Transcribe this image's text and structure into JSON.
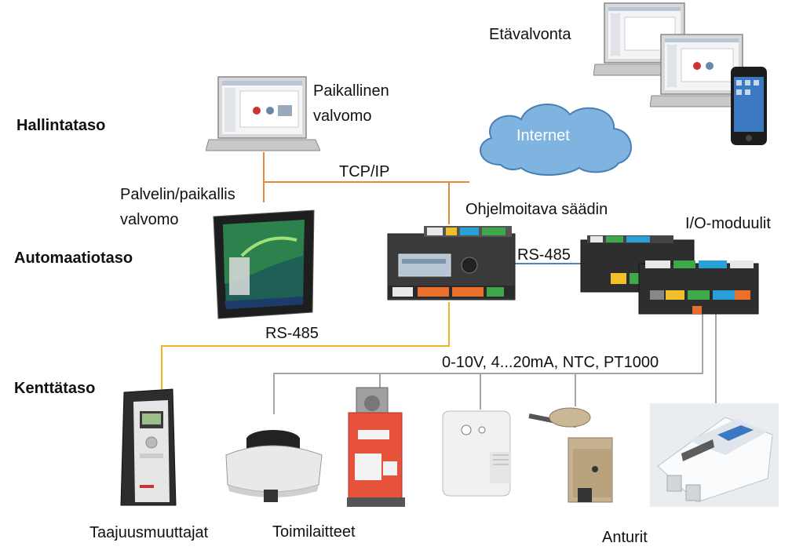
{
  "levels": {
    "management": "Hallintataso",
    "automation": "Automaatiotaso",
    "field": "Kenttätaso"
  },
  "labels": {
    "remote_monitoring": "Etävalvonta",
    "local_control_room_line1": "Paikallinen",
    "local_control_room_line2": "valvomo",
    "internet": "Internet",
    "tcpip": "TCP/IP",
    "server_line1": "Palvelin/paikallis",
    "server_line2": "valvomo",
    "programmable_controller": "Ohjelmoitava säädin",
    "io_modules": "I/O-moduulit",
    "rs485_controller_io": "RS-485",
    "rs485_field": "RS-485",
    "signals": "0-10V, 4...20mA, NTC, PT1000",
    "frequency_converters": "Taajuusmuuttajat",
    "actuators": "Toimilaitteet",
    "sensors": "Anturit"
  },
  "colors": {
    "tcpip_line": "#e8893a",
    "rs485_field_line": "#f0b323",
    "rs485_io_line": "#4a86c5",
    "signal_line": "#a6a6a6",
    "cloud_fill": "#7fb3e0",
    "cloud_stroke": "#4a7fb5"
  },
  "icons": [
    "laptop-icon",
    "monitor-icon",
    "smartphone-icon",
    "cloud-icon",
    "controller-icon",
    "io-module-icon",
    "frequency-converter-icon",
    "valve-actuator-icon",
    "damper-actuator-icon",
    "room-sensor-icon",
    "duct-sensor-icon",
    "pressure-transmitter-icon"
  ]
}
